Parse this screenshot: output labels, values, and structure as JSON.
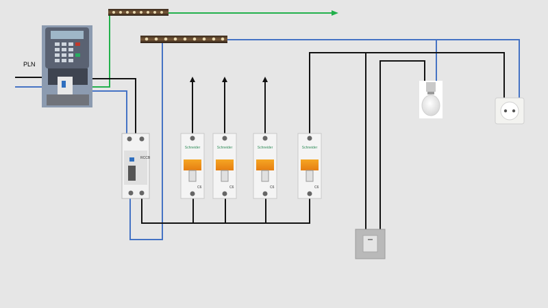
{
  "supply_label": "PLN",
  "wire_colors": {
    "phase": "#111111",
    "neutral": "#4472c4",
    "ground": "#21b04b"
  },
  "breaker_brand": "Schneider",
  "breaker_rating": "C6",
  "rccb_label": "RCCB",
  "components": {
    "meter": "kwh-meter",
    "rccb": "rccb",
    "mcbs": [
      "mcb-1",
      "mcb-2",
      "mcb-3",
      "mcb-4"
    ],
    "ground_bar": "ground-busbar",
    "neutral_bar": "neutral-busbar",
    "lamp": "light-bulb",
    "socket": "wall-socket",
    "switch": "light-switch"
  }
}
